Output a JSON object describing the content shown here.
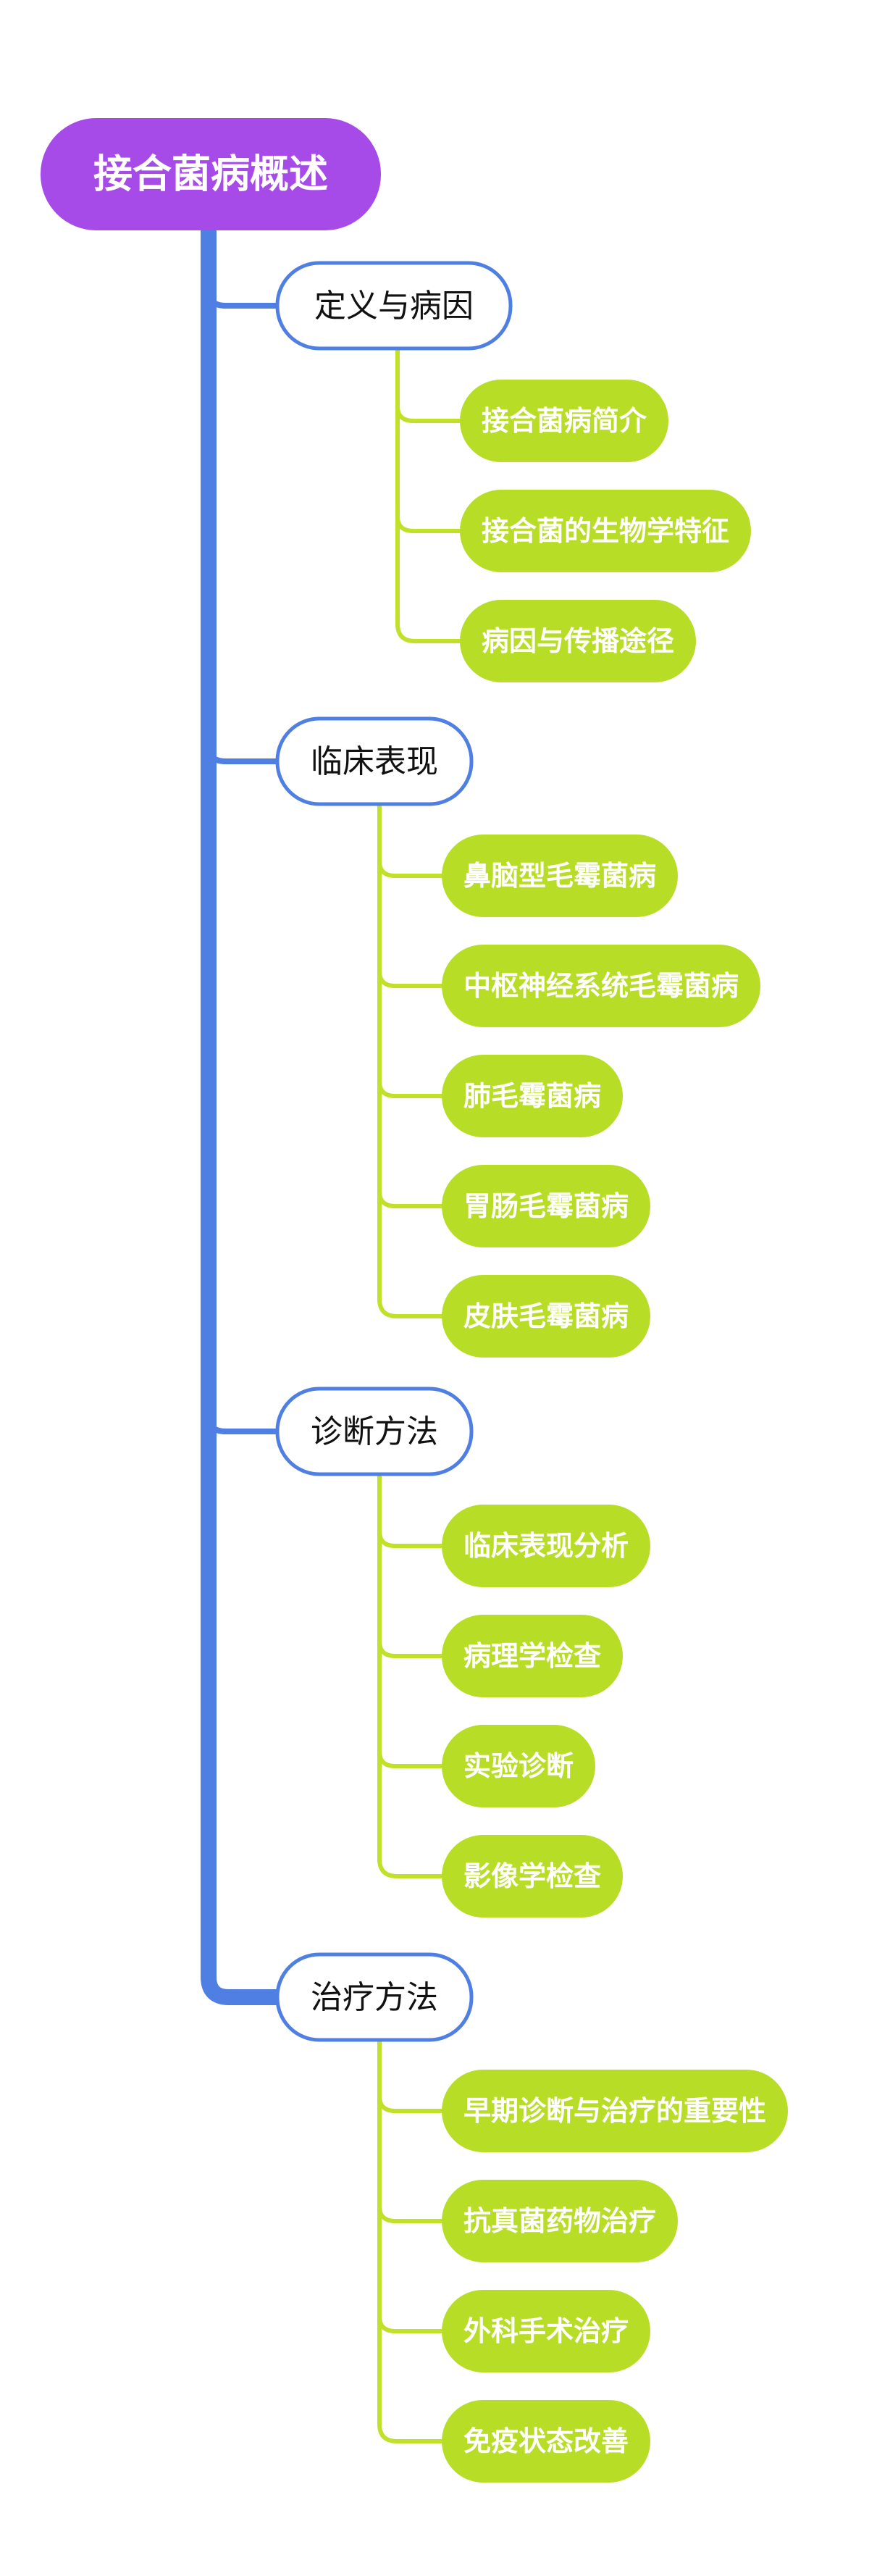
{
  "colors": {
    "root_fill": "#A64AE8",
    "trunk": "#4F7FE3",
    "branch_border": "#4F7FE3",
    "branch_fill": "#FFFFFF",
    "leaf_fill": "#B8DD27",
    "leaf_connector": "#C0E02A",
    "watermark": "#B8B8B8"
  },
  "watermark_text": "",
  "root": {
    "title": "接合菌病概述"
  },
  "branches": [
    {
      "label": "定义与病因",
      "children": [
        "接合菌病简介",
        "接合菌的生物学特征",
        "病因与传播途径"
      ]
    },
    {
      "label": "临床表现",
      "children": [
        "鼻脑型毛霉菌病",
        "中枢神经系统毛霉菌病",
        "肺毛霉菌病",
        "胃肠毛霉菌病",
        "皮肤毛霉菌病"
      ]
    },
    {
      "label": "诊断方法",
      "children": [
        "临床表现分析",
        "病理学检查",
        "实验诊断",
        "影像学检查"
      ]
    },
    {
      "label": "治疗方法",
      "children": [
        "早期诊断与治疗的重要性",
        "抗真菌药物治疗",
        "外科手术治疗",
        "免疫状态改善"
      ]
    }
  ]
}
